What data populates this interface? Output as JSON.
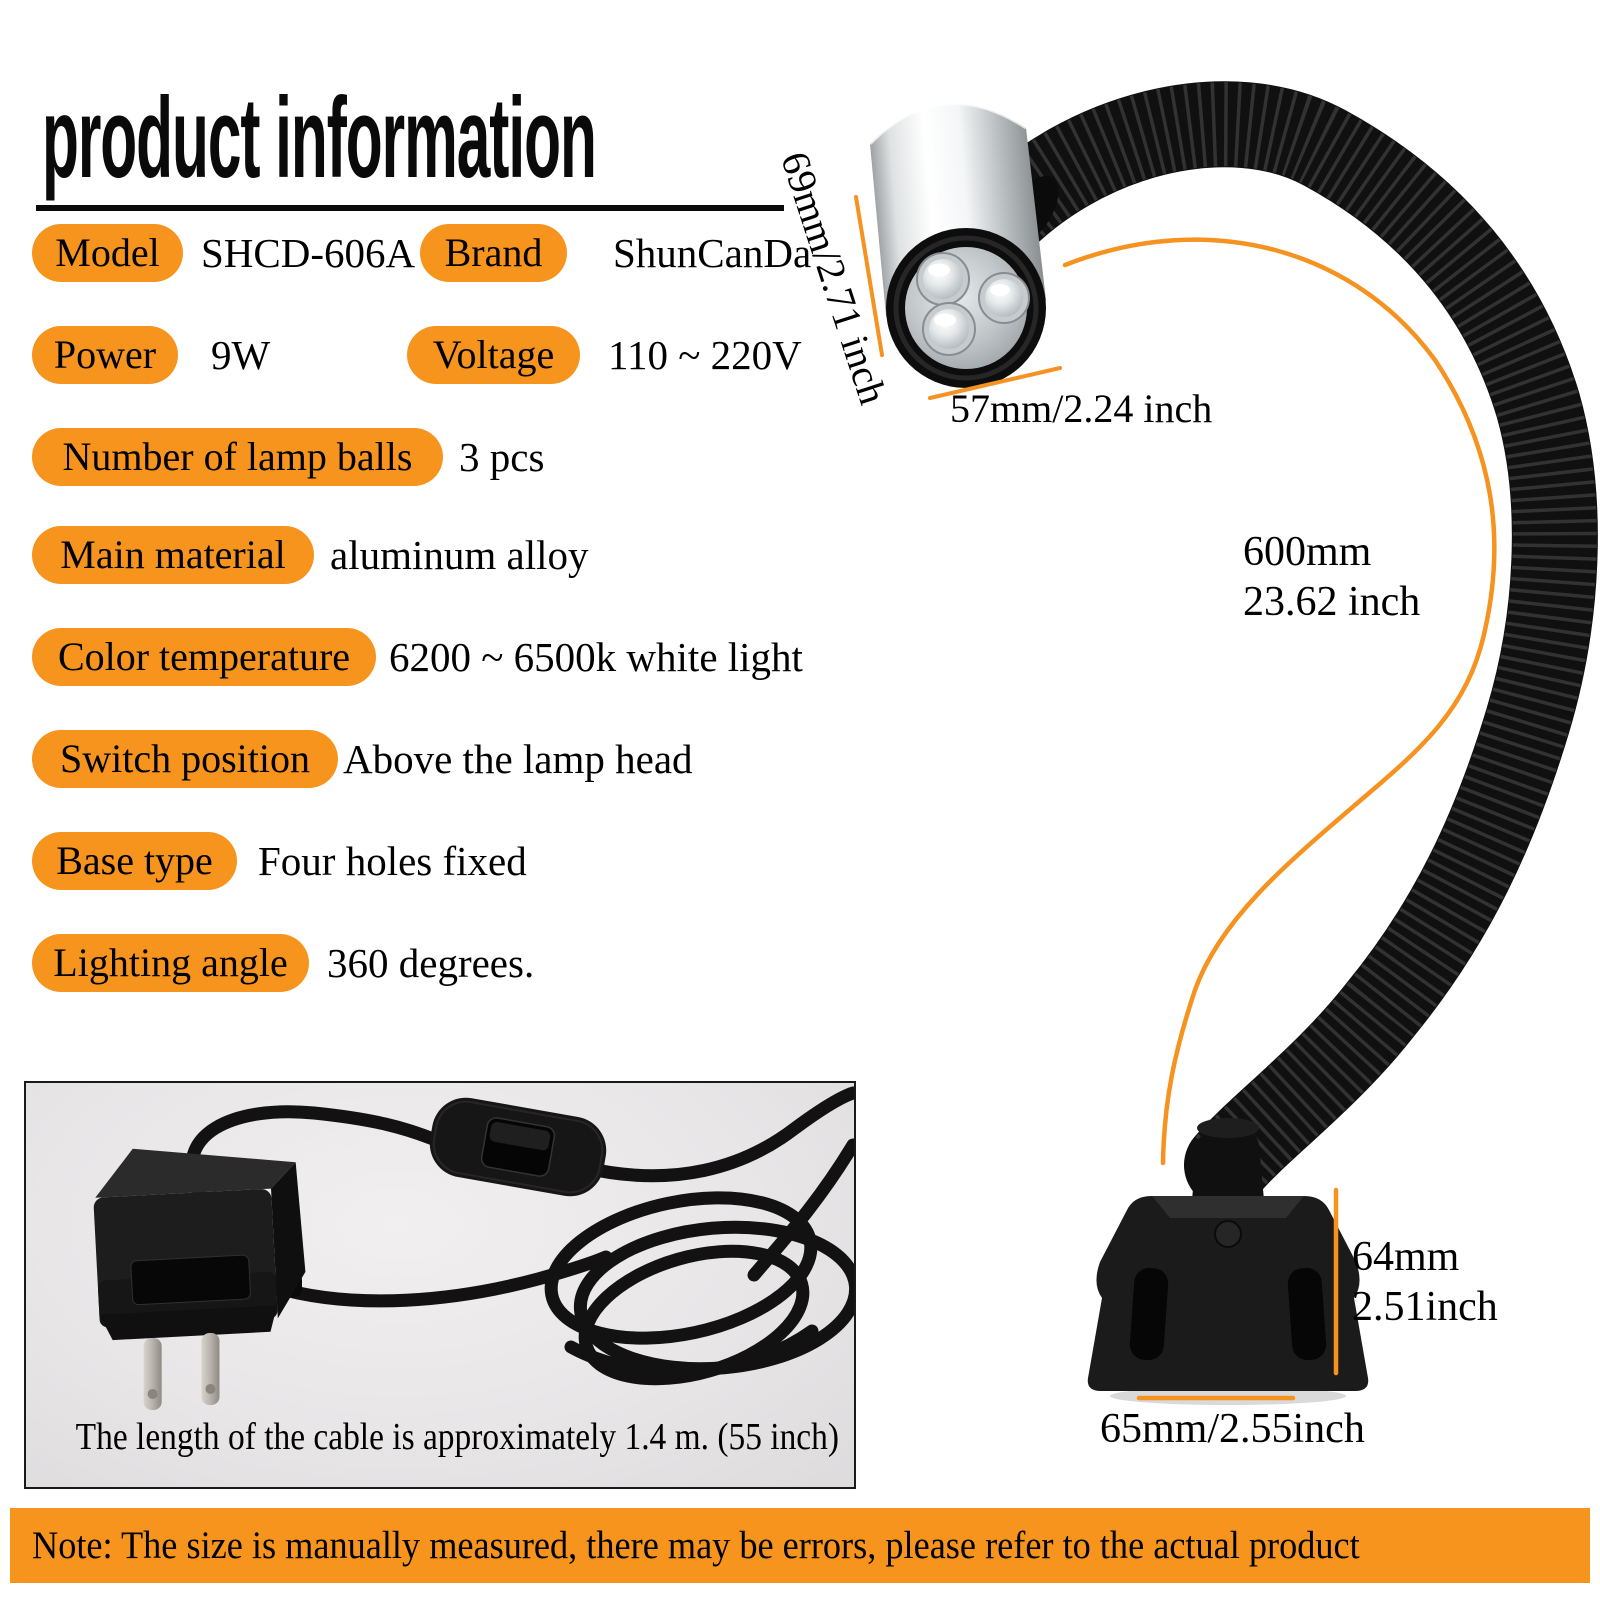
{
  "title": "product information",
  "specs": [
    {
      "label": "Model",
      "value": "SHCD-606A"
    },
    {
      "label": "Brand",
      "value": "ShunCanDa"
    },
    {
      "label": "Power",
      "value": "9W"
    },
    {
      "label": "Voltage",
      "value": "110 ~ 220V"
    },
    {
      "label": "Number of lamp balls",
      "value": "3 pcs"
    },
    {
      "label": "Main material",
      "value": "aluminum alloy"
    },
    {
      "label": "Color temperature",
      "value": "6200 ~ 6500k white light"
    },
    {
      "label": "Switch position",
      "value": "Above the lamp head"
    },
    {
      "label": "Base type",
      "value": "Four holes fixed"
    },
    {
      "label": "Lighting angle",
      "value": "360 degrees."
    }
  ],
  "dims": {
    "head_height": "69mm/2.71 inch",
    "head_width": "57mm/2.24 inch",
    "neck_mm": "600mm",
    "neck_inch": "23.62 inch",
    "base_h_mm": "64mm",
    "base_h_inch": "2.51inch",
    "base_w": "65mm/2.55inch"
  },
  "adapter_caption": "The length of the cable is approximately 1.4 m. (55 inch)",
  "note": "Note: The size is manually measured, there may be errors, please refer to the actual product",
  "colors": {
    "accent": "#F6941E",
    "dim_line": "#F59220"
  }
}
